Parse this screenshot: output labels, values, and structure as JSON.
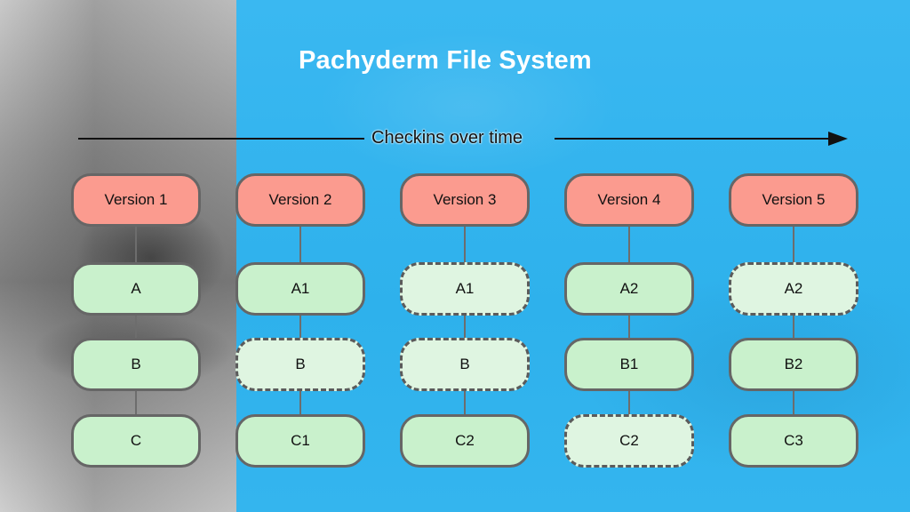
{
  "slide": {
    "title": "Pachyderm File System",
    "timeline_label": "Checkins over time"
  },
  "versions": [
    {
      "label": "Version 1",
      "files": [
        {
          "label": "A",
          "style": "snapshot"
        },
        {
          "label": "B",
          "style": "snapshot"
        },
        {
          "label": "C",
          "style": "snapshot"
        }
      ]
    },
    {
      "label": "Version 2",
      "files": [
        {
          "label": "A1",
          "style": "snapshot"
        },
        {
          "label": "B",
          "style": "reference"
        },
        {
          "label": "C1",
          "style": "snapshot"
        }
      ]
    },
    {
      "label": "Version 3",
      "files": [
        {
          "label": "A1",
          "style": "reference"
        },
        {
          "label": "B",
          "style": "reference"
        },
        {
          "label": "C2",
          "style": "snapshot"
        }
      ]
    },
    {
      "label": "Version 4",
      "files": [
        {
          "label": "A2",
          "style": "snapshot"
        },
        {
          "label": "B1",
          "style": "snapshot"
        },
        {
          "label": "C2",
          "style": "reference"
        }
      ]
    },
    {
      "label": "Version 5",
      "files": [
        {
          "label": "A2",
          "style": "reference"
        },
        {
          "label": "B2",
          "style": "snapshot"
        },
        {
          "label": "C3",
          "style": "snapshot"
        }
      ]
    }
  ],
  "colors": {
    "version_fill": "#fb9b8f",
    "file_fill": "#c9f1cc",
    "reference_fill": "#dff5e1",
    "accent_background": "#2fb3ee"
  }
}
